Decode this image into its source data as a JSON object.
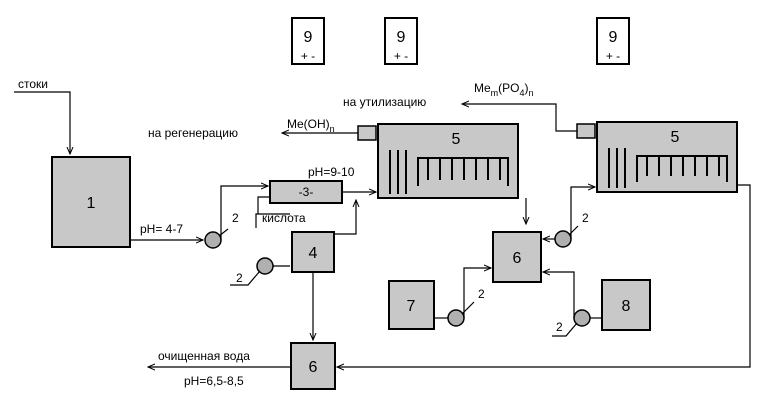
{
  "labels": {
    "stoki": "стоки",
    "regeneration": "на регенерацию",
    "utilization": "на утилизацию",
    "me_oh": "Me(OH)",
    "me_oh_sub": "n",
    "me_po_a": "Me",
    "me_po_m": "m",
    "me_po_b": "(PO",
    "me_po_4": "4",
    "me_po_c": ")",
    "me_po_n": "n",
    "ph_4_7": "pH= 4-7",
    "ph_9_10": "pH=9-10",
    "acid": "кислота",
    "clean_water": "очищенная вода",
    "ph_final": "pH=6,5-8,5"
  },
  "units": {
    "u1": "1",
    "u2": "2",
    "u3": "-3-",
    "u4": "4",
    "u5": "5",
    "u6": "6",
    "u7": "7",
    "u8": "8",
    "u9": "9",
    "plus_minus": "+ -"
  },
  "colors": {
    "box_fill": "#c8c8c8",
    "line": "#000000",
    "background": "#ffffff"
  }
}
